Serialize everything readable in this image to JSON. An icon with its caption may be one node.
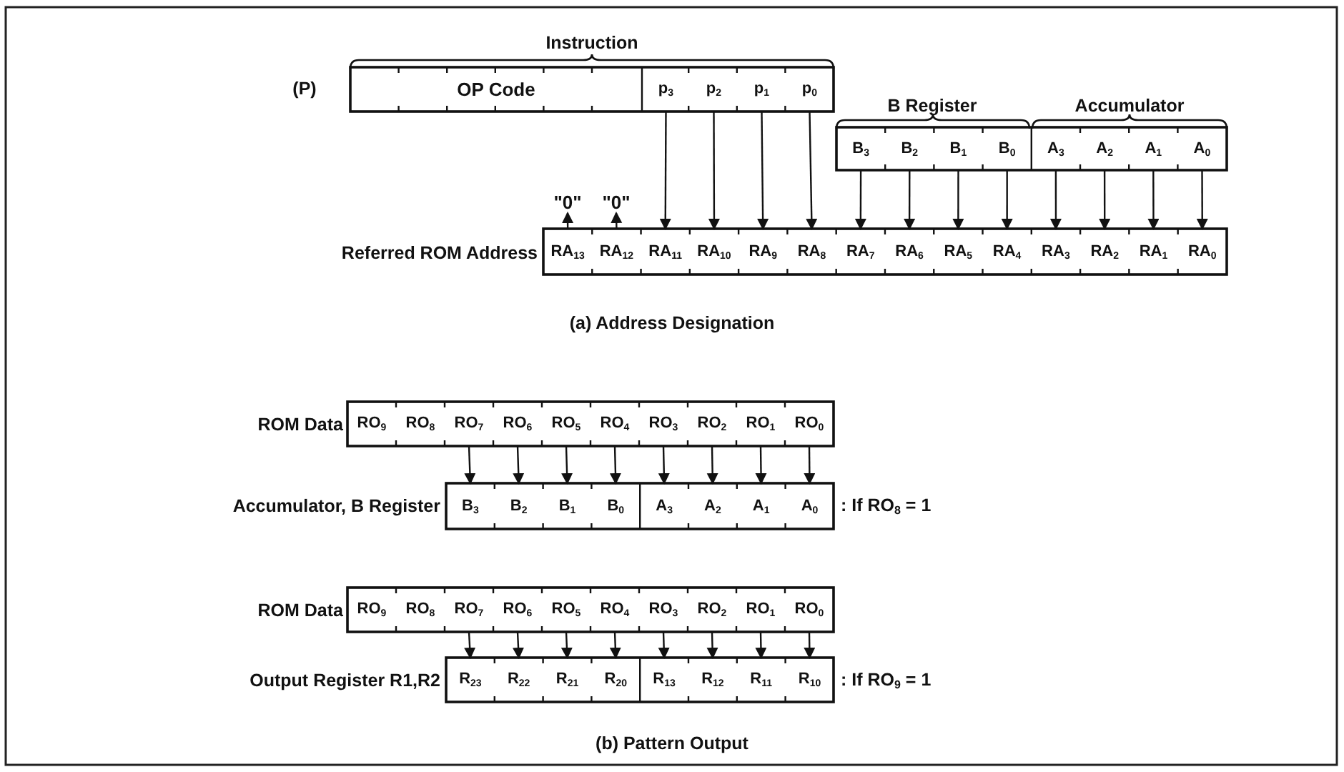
{
  "diagram": {
    "nodes": [
      {
        "text": [
          "OP Code"
        ]
      },
      {
        "text": [
          "p$_{3}$"
        ]
      },
      {
        "text": [
          "p$_{2}$"
        ]
      },
      {
        "text": [
          "p$_{1}$"
        ]
      },
      {
        "text": [
          "p$_{0}$"
        ]
      },
      {
        "text": [
          "B$_{3}$"
        ]
      },
      {
        "text": [
          "B$_{2}$"
        ]
      },
      {
        "text": [
          "B$_{1}$"
        ]
      },
      {
        "text": [
          "B$_{0}$"
        ]
      },
      {
        "text": [
          "A$_{3}$"
        ]
      },
      {
        "text": [
          "A$_{2}$"
        ]
      },
      {
        "text": [
          "A$_{1}$"
        ]
      },
      {
        "text": [
          "A$_{0}$"
        ]
      },
      {
        "text": [
          "\"0\""
        ]
      },
      {
        "text": [
          "\"0\""
        ]
      },
      {
        "text": [
          "RA$_{13}$"
        ]
      },
      {
        "text": [
          "RA$_{12}$"
        ]
      },
      {
        "text": [
          "RA$_{11}$"
        ]
      },
      {
        "text": [
          "RA$_{10}$"
        ]
      },
      {
        "text": [
          "RA$_{9}$"
        ]
      },
      {
        "text": [
          "RA$_{8}$"
        ]
      },
      {
        "text": [
          "RA$_{7}$"
        ]
      },
      {
        "text": [
          "RA$_{6}$"
        ]
      },
      {
        "text": [
          "RA$_{5}$"
        ]
      },
      {
        "text": [
          "RA$_{4}$"
        ]
      },
      {
        "text": [
          "RA$_{3}$"
        ]
      },
      {
        "text": [
          "RA$_{2}$"
        ]
      },
      {
        "text": [
          "RA$_{1}$"
        ]
      },
      {
        "text": [
          "RA$_{0}$"
        ]
      },
      {
        "text": [
          "RO$_{9}$"
        ]
      },
      {
        "text": [
          "RO$_{8}$"
        ]
      },
      {
        "text": [
          "RO$_{7}$"
        ]
      },
      {
        "text": [
          "RO$_{6}$"
        ]
      },
      {
        "text": [
          "RO$_{5}$"
        ]
      },
      {
        "text": [
          "RO$_{4}$"
        ]
      },
      {
        "text": [
          "RO$_{3}$"
        ]
      },
      {
        "text": [
          "RO$_{2}$"
        ]
      },
      {
        "text": [
          "RO$_{1}$"
        ]
      },
      {
        "text": [
          "RO$_{0}$"
        ]
      },
      {
        "text": [
          "B$_{3}$"
        ]
      },
      {
        "text": [
          "B$_{2}$"
        ]
      },
      {
        "text": [
          "B$_{1}$"
        ]
      },
      {
        "text": [
          "B$_{0}$"
        ]
      },
      {
        "text": [
          "A$_{3}$"
        ]
      },
      {
        "text": [
          "A$_{2}$"
        ]
      },
      {
        "text": [
          "A$_{1}$"
        ]
      },
      {
        "text": [
          "A$_{0}$"
        ]
      },
      {
        "text": [
          "RO$_{9}$"
        ]
      },
      {
        "text": [
          "RO$_{8}$"
        ]
      },
      {
        "text": [
          "RO$_{7}$"
        ]
      },
      {
        "text": [
          "RO$_{6}$"
        ]
      },
      {
        "text": [
          "RO$_{5}$"
        ]
      },
      {
        "text": [
          "RO$_{4}$"
        ]
      },
      {
        "text": [
          "RO$_{3}$"
        ]
      },
      {
        "text": [
          "RO$_{2}$"
        ]
      },
      {
        "text": [
          "RO$_{1}$"
        ]
      },
      {
        "text": [
          "RO$_{0}$"
        ]
      },
      {
        "text": [
          "R$_{23}$"
        ]
      },
      {
        "text": [
          "R$_{22}$"
        ]
      },
      {
        "text": [
          "R$_{21}$"
        ]
      },
      {
        "text": [
          "R$_{20}$"
        ]
      },
      {
        "text": [
          "R$_{13}$"
        ]
      },
      {
        "text": [
          "R$_{12}$"
        ]
      },
      {
        "text": [
          "R$_{11}$"
        ]
      },
      {
        "text": [
          "R$_{10}$"
        ]
      }
    ],
    "edges": [
      {
        "from": 15,
        "to": 13,
        "arrow": "to"
      },
      {
        "from": 16,
        "to": 14,
        "arrow": "to"
      },
      {
        "from": 1,
        "to": 17,
        "arrow": "to"
      },
      {
        "from": 2,
        "to": 18,
        "arrow": "to"
      },
      {
        "from": 3,
        "to": 19,
        "arrow": "to"
      },
      {
        "from": 4,
        "to": 20,
        "arrow": "to"
      },
      {
        "from": 5,
        "to": 21,
        "arrow": "to"
      },
      {
        "from": 6,
        "to": 22,
        "arrow": "to"
      },
      {
        "from": 7,
        "to": 23,
        "arrow": "to"
      },
      {
        "from": 8,
        "to": 24,
        "arrow": "to"
      },
      {
        "from": 9,
        "to": 25,
        "arrow": "to"
      },
      {
        "from": 10,
        "to": 26,
        "arrow": "to"
      },
      {
        "from": 11,
        "to": 27,
        "arrow": "to"
      },
      {
        "from": 12,
        "to": 28,
        "arrow": "to"
      },
      {
        "from": 31,
        "to": 39,
        "arrow": "to"
      },
      {
        "from": 32,
        "to": 40,
        "arrow": "to"
      },
      {
        "from": 33,
        "to": 41,
        "arrow": "to"
      },
      {
        "from": 34,
        "to": 42,
        "arrow": "to"
      },
      {
        "from": 35,
        "to": 43,
        "arrow": "to"
      },
      {
        "from": 36,
        "to": 44,
        "arrow": "to"
      },
      {
        "from": 37,
        "to": 45,
        "arrow": "to"
      },
      {
        "from": 38,
        "to": 46,
        "arrow": "to"
      },
      {
        "from": 49,
        "to": 57,
        "arrow": "to"
      },
      {
        "from": 50,
        "to": 58,
        "arrow": "to"
      },
      {
        "from": 51,
        "to": 59,
        "arrow": "to"
      },
      {
        "from": 52,
        "to": 60,
        "arrow": "to"
      },
      {
        "from": 53,
        "to": 61,
        "arrow": "to"
      },
      {
        "from": 54,
        "to": 62,
        "arrow": "to"
      },
      {
        "from": 55,
        "to": 63,
        "arrow": "to"
      },
      {
        "from": 56,
        "to": 64,
        "arrow": "to"
      }
    ],
    "labels": [
      "Instruction",
      "(P)",
      "B Register",
      "Accumulator",
      "Referred ROM Address",
      "(a) Address Designation",
      "ROM Data",
      "Accumulator, B Register",
      ": If RO$_{8}$ = 1",
      "ROM Data",
      "Output Register R1,R2",
      ": If RO$_{9}$ = 1",
      "(b) Pattern Output"
    ]
  }
}
